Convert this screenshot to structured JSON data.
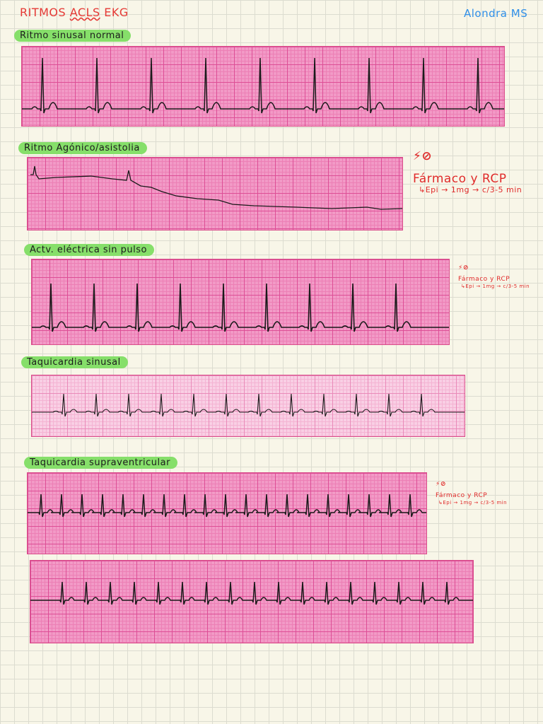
{
  "header": {
    "title_part1": "RITMOS",
    "title_part2": "ACLS",
    "title_part3": "EKG",
    "author": "Alondra MS"
  },
  "sections": [
    {
      "id": "nsr",
      "label": "Ritmo sinusal normal"
    },
    {
      "id": "asystole",
      "label": "Ritmo Agónico/asistolia"
    },
    {
      "id": "pea",
      "label": "Actv. eléctrica sin pulso"
    },
    {
      "id": "sinus-tach",
      "label": "Taquicardia sinusal"
    },
    {
      "id": "svt",
      "label": "Taquicardia supraventricular"
    }
  ],
  "notes": {
    "symbol": "⚡⊘",
    "treatment_line1": "Fármaco y RCP",
    "treatment_line2": "↳Epi → 1mg → c/3-5 min"
  },
  "colors": {
    "title": "#e53935",
    "author": "#2f8fe8",
    "label_highlight": "#86df6a",
    "ecg_paper": "#f29ac6",
    "ecg_trace": "#1a1a1a",
    "note_ink": "#e02b2b"
  }
}
